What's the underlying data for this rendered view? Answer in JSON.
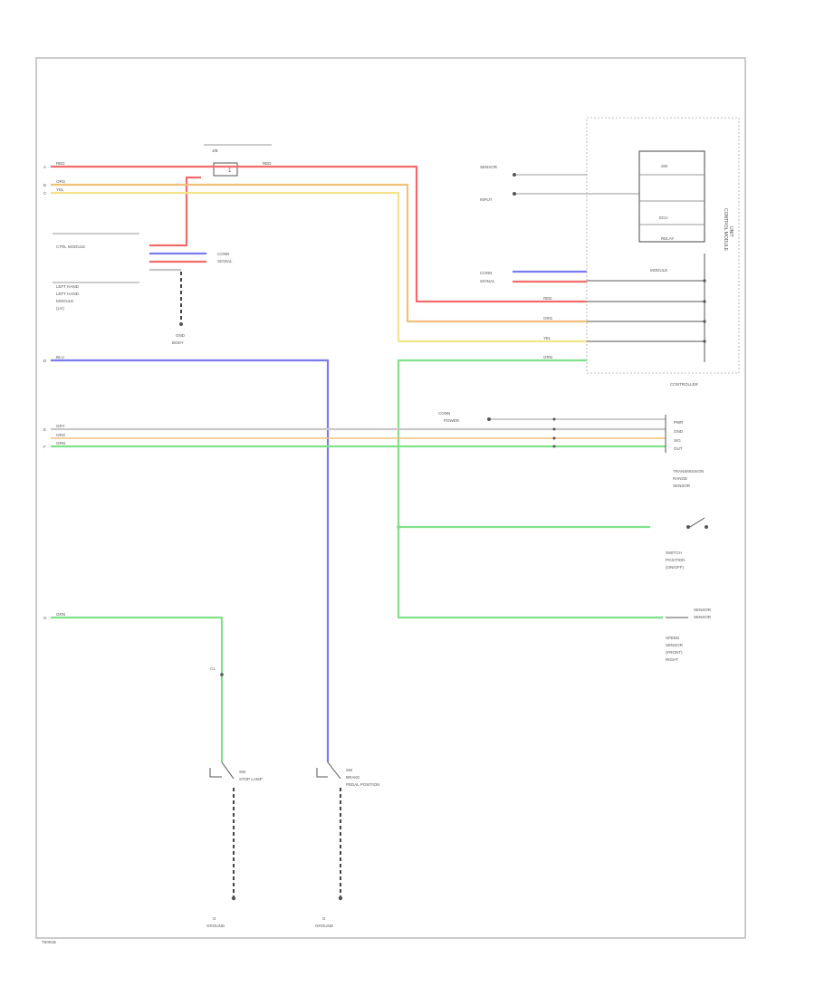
{
  "diagram": {
    "border_label": "T5001B",
    "page_id": "",
    "connector_labels": {
      "left_markers": [
        "A",
        "B",
        "C",
        "D",
        "E",
        "F",
        "G"
      ]
    },
    "wire_colors": {
      "red": "#f36b6b",
      "orange": "#f1c07a",
      "yellow": "#f3e48a",
      "blue": "#7a7af1",
      "green": "#7fe28a"
    },
    "components": {
      "top_junction": "J/B",
      "left_module_a": "LEFT HAND",
      "left_module_b": "LEFT HAND",
      "right_module": "CONTROLLER",
      "right_sub_a": "SW",
      "right_sub_b": "ECU",
      "lower_right_a": "SWITCH",
      "lower_right_b": "SENSOR",
      "switch_a": "SW",
      "switch_b": "SW",
      "ground_a": "G",
      "ground_b": "G"
    }
  }
}
